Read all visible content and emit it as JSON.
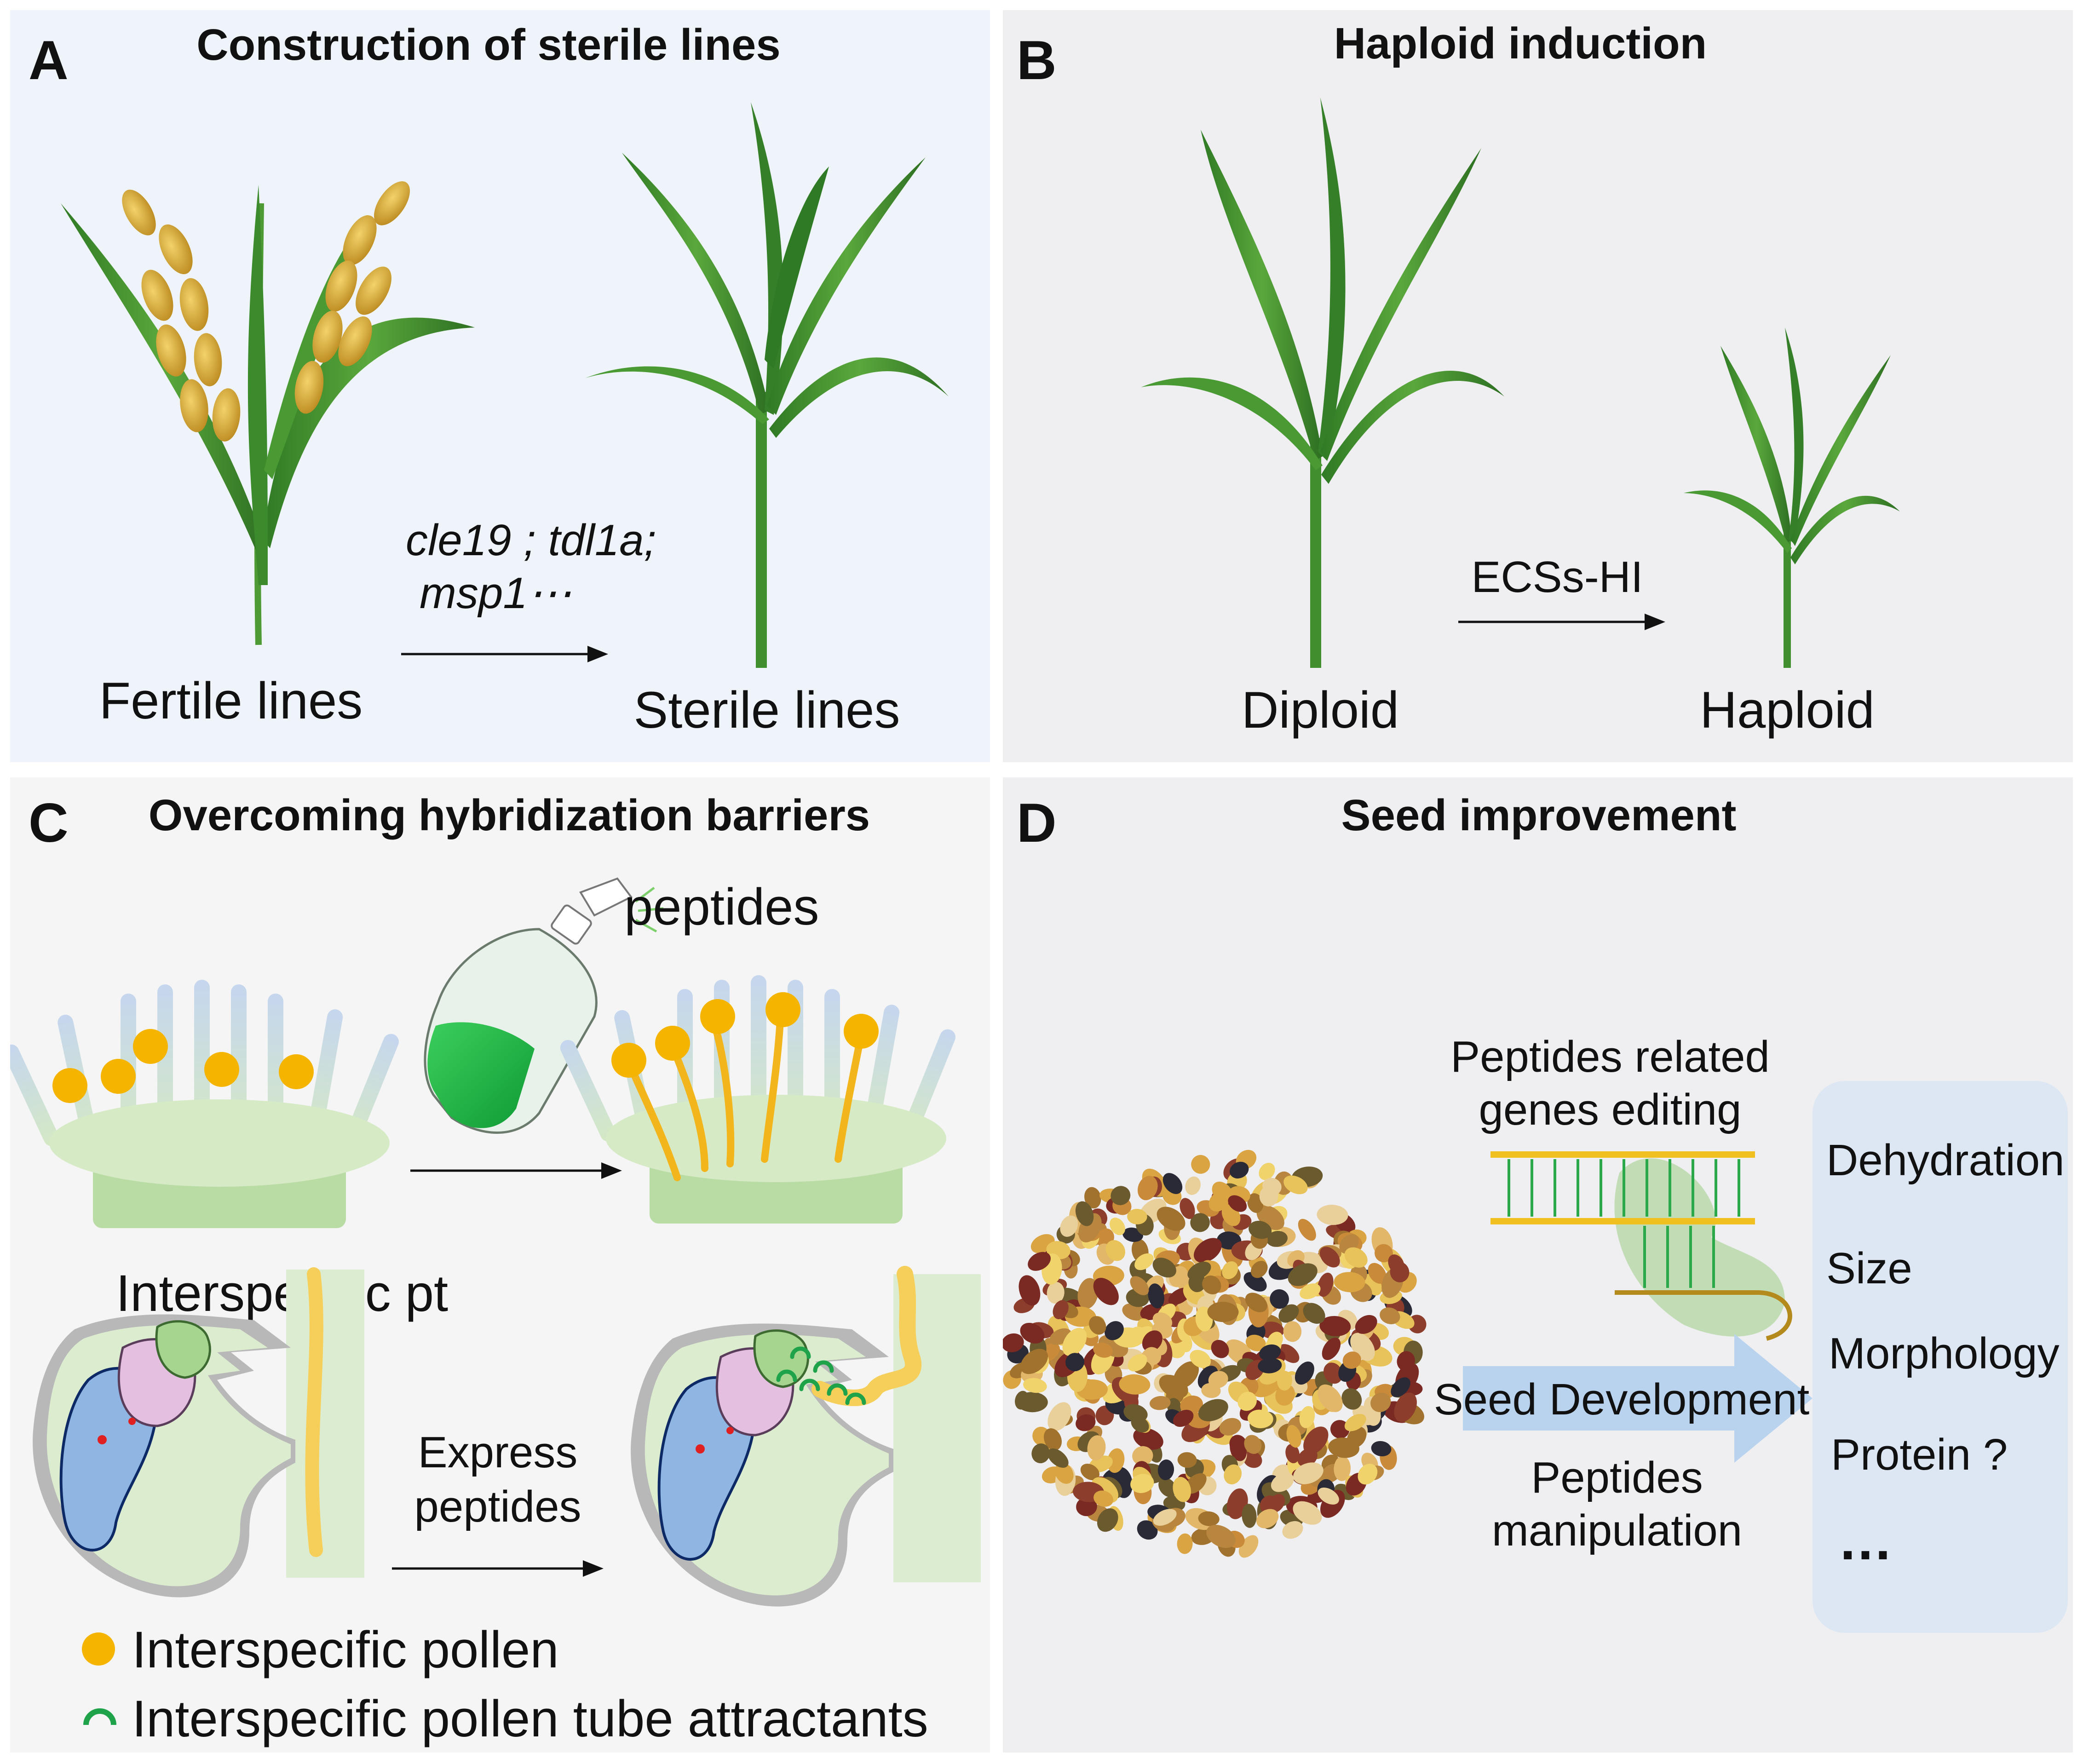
{
  "panels": {
    "a": {
      "letter": "A",
      "title": "Construction of sterile lines",
      "left_label": "Fertile lines",
      "right_label": "Sterile lines",
      "genes_line1": "cle19 ; tdl1a;",
      "genes_line2": "msp1⋯"
    },
    "b": {
      "letter": "B",
      "title": "Haploid induction",
      "left_label": "Diploid",
      "right_label": "Haploid",
      "arrow_label": "ECSs-HI"
    },
    "c": {
      "letter": "C",
      "title": "Overcoming hybridization barriers",
      "spray_label": "peptides",
      "pt_label": "Interspecific pt",
      "express_line1": "Express",
      "express_line2": "peptides",
      "legend_pollen": "Interspecific pollen",
      "legend_attractants": "Interspecific pollen tube attractants"
    },
    "d": {
      "letter": "D",
      "title": "Seed improvement",
      "editing_line1": "Peptides related",
      "editing_line2": "genes editing",
      "arrow_label": "Seed Development",
      "manip_line1": "Peptides",
      "manip_line2": "manipulation",
      "traits": [
        "Dehydration",
        "Size",
        "Morphology",
        "Protein ?",
        "…"
      ]
    }
  },
  "colors": {
    "leaf_green": "#3f8f2e",
    "grain_gold": "#d7a730",
    "pollen": "#f5b400",
    "stigma": "#cfe5b8",
    "ovule_blue": "#8fb6e3",
    "ovule_pink": "#e4bfe0",
    "arrow_blue": "#b9d3ee",
    "trait_box": "#dce7f3",
    "dna_strand": "#f0c020",
    "dna_bar": "#2aa84a"
  }
}
